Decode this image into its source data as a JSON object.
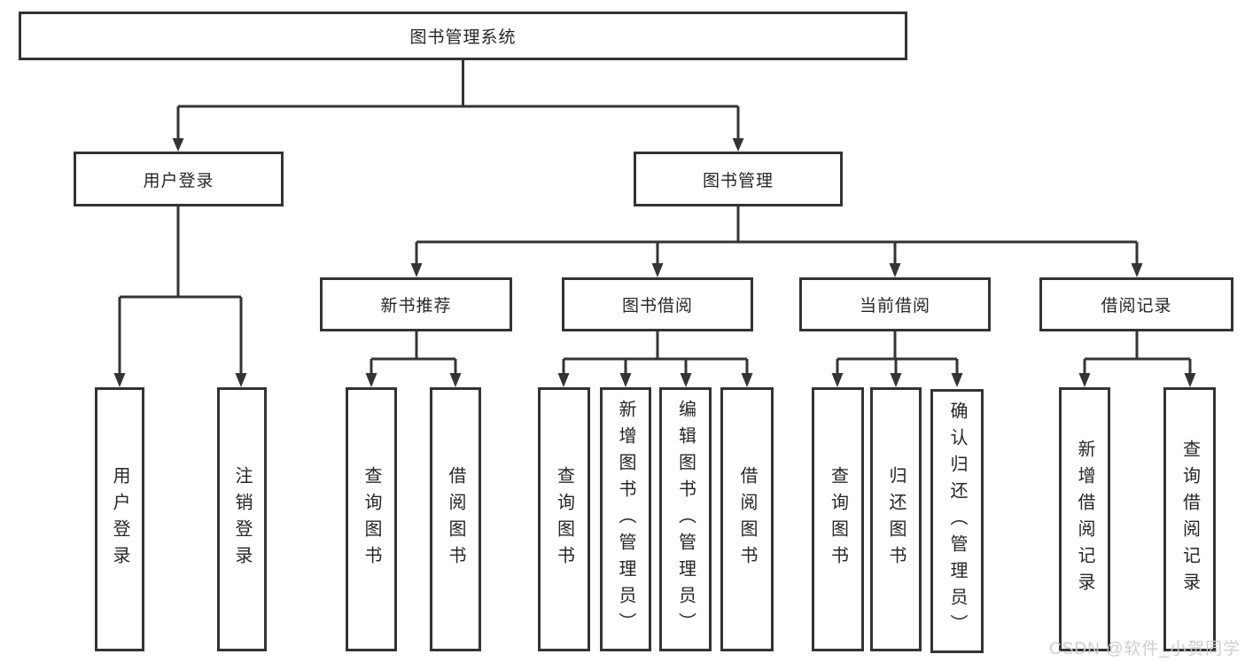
{
  "diagram": {
    "title": "图书管理系统",
    "tree": {
      "root": {
        "label": "图书管理系统"
      },
      "children": [
        {
          "label": "用户登录",
          "children": [
            {
              "label": "用户登录"
            },
            {
              "label": "注销登录"
            }
          ]
        },
        {
          "label": "图书管理",
          "children": [
            {
              "label": "新书推荐",
              "children": [
                {
                  "label": "查询图书"
                },
                {
                  "label": "借阅图书"
                }
              ]
            },
            {
              "label": "图书借阅",
              "children": [
                {
                  "label": "查询图书"
                },
                {
                  "label": "新增图书（管理员）"
                },
                {
                  "label": "编辑图书（管理员）"
                },
                {
                  "label": "借阅图书"
                }
              ]
            },
            {
              "label": "当前借阅",
              "children": [
                {
                  "label": "查询图书"
                },
                {
                  "label": "归还图书"
                },
                {
                  "label": "确认归还（管理员）"
                }
              ]
            },
            {
              "label": "借阅记录",
              "children": [
                {
                  "label": "新增借阅记录"
                },
                {
                  "label": "查询借阅记录"
                }
              ]
            }
          ]
        }
      ]
    },
    "colors": {
      "line": "#343434",
      "border": "#333333",
      "text": "#262626",
      "background": "#ffffff",
      "watermark": "#cbcbcb"
    }
  },
  "watermark": {
    "text": "CSDN @软件_小贺同学"
  }
}
